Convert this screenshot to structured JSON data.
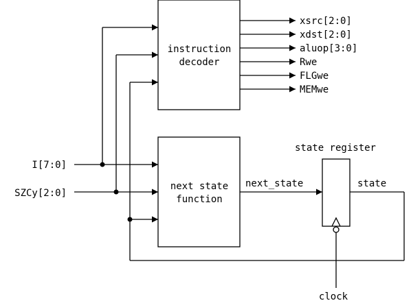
{
  "decoder": {
    "line1": "instruction",
    "line2": "decoder"
  },
  "nsf": {
    "line1": "next state",
    "line2": "function"
  },
  "register": {
    "title": "state register"
  },
  "inputs": {
    "instruction": "I[7:0]",
    "flags": "SZCy[2:0]"
  },
  "outputs": [
    "xsrc[2:0]",
    "xdst[2:0]",
    "aluop[3:0]",
    "Rwe",
    "FLGwe",
    "MEMwe"
  ],
  "signals": {
    "next_state": "next_state",
    "state": "state",
    "clock": "clock"
  }
}
